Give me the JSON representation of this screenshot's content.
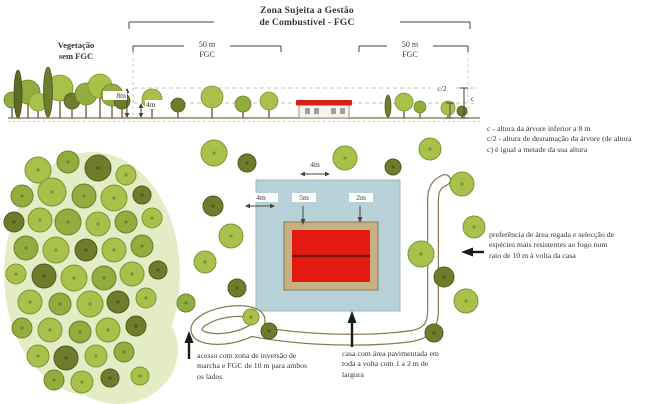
{
  "colors": {
    "tree_light": "#a9c04a",
    "tree_light_edge": "#7e9433",
    "tree_mid": "#92ac3d",
    "tree_mid_edge": "#6c822c",
    "tree_olive": "#6e7c2c",
    "tree_olive_edge": "#4f5a1f",
    "tree_dark": "#5d6a25",
    "tree_dark_edge": "#434d1a",
    "trunk_brown": "#7a5c34",
    "forest_bg": "#e4ecc6",
    "water_blue": "#b6d2d8",
    "paved_tan": "#c8b085",
    "house_red": "#e21a10",
    "house_ridge": "#7e120b",
    "roof_red": "#d42018",
    "road_edge": "#8c7b52",
    "ground_brown": "#7c6a45",
    "dash_tan": "#c9bfa4",
    "dim_dark": "#4a4238",
    "arrow_black": "#1a1a1a",
    "text_dark": "#3a332a"
  },
  "section": {
    "title": "Zona Sujeita a Gestão\nde Combustível - FGC",
    "veg_label": "Vegetação\nsem FGC",
    "fgc_left_dist": "50 m",
    "fgc_left_name": "FGC",
    "fgc_right_dist": "50 m",
    "fgc_right_name": "FGC",
    "dim_8m": "8m",
    "dim_4m": "4m",
    "dim_c2": "c/2",
    "dim_c": "c"
  },
  "legend": {
    "c_def": "c - altura da árvore inferior a 8 m",
    "c2_def": "c/2 - altura de desramação da árvore (de altura c) é igual a metade da sua altura"
  },
  "plan": {
    "dim_top_4m": "4m",
    "dim_left_4m": "4m",
    "dim_5m": "5m",
    "dim_2m": "2m"
  },
  "annotations": {
    "access": "acesso com zona de inversão de marcha e FGC de 10 m para ambos os lados",
    "house": "casa com área pavimentada em toda a volta com 1 a 2 m de largura",
    "watered": "preferência de área regada e selecção de espécies mais resistentes ao fogo num raio de 10 m à volta da casa"
  }
}
